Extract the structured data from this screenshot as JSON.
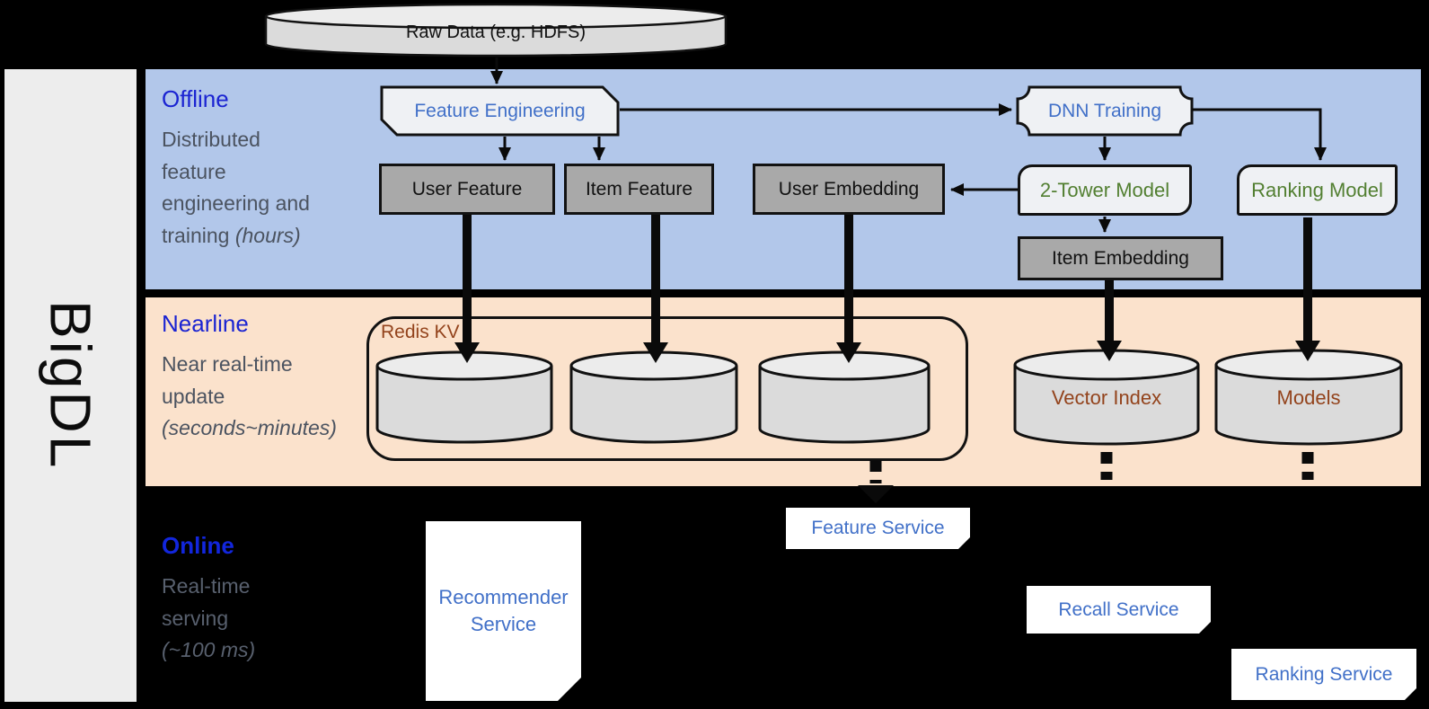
{
  "sidebar": {
    "brand": "BigDL"
  },
  "sections": {
    "offline": {
      "title": "Offline",
      "desc": "Distributed\nfeature\nengineering and\ntraining",
      "desc_italic": "(hours)"
    },
    "nearline": {
      "title": "Nearline",
      "desc": "Near real-time\nupdate",
      "desc_italic": "(seconds~minutes)"
    },
    "online": {
      "title": "Online",
      "desc": "Real-time\nserving",
      "desc_italic": "(~100 ms)"
    }
  },
  "offline_boxes": {
    "feature_engineering": "Feature Engineering",
    "dnn_training": "DNN Training",
    "user_feature": "User Feature",
    "item_feature": "Item Feature",
    "user_embedding": "User Embedding",
    "two_tower_model": "2-Tower Model",
    "ranking_model": "Ranking Model",
    "item_embedding": "Item Embedding"
  },
  "datastores": {
    "raw_data": "Raw Data (e.g. HDFS)",
    "redis_kv": "Redis KV",
    "vector_index": "Vector Index",
    "models": "Models"
  },
  "online_services": {
    "recommender_service": "Recommender Service",
    "feature_service": "Feature Service",
    "recall_service": "Recall Service",
    "ranking_service": "Ranking Service"
  },
  "colors": {
    "background": "#000000",
    "offline_band": "#b2c7ea",
    "nearline_band": "#fbe2cc",
    "sidebar": "#ededed",
    "section_title_blue": "#1b24d2",
    "muted_gray_text": "#4b5360",
    "service_blue_text": "#4170c8",
    "model_green_text": "#527f31",
    "datastore_brown_text": "#93431c",
    "gray_box_fill": "#a9a9a9",
    "light_box_fill": "#eff1f4",
    "cylinder_fill": "#dbdbdb"
  }
}
